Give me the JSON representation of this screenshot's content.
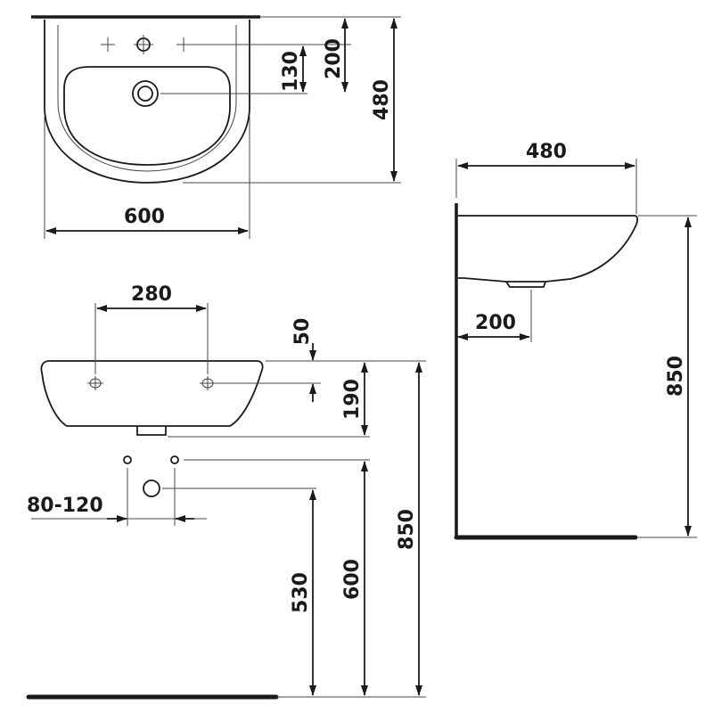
{
  "top_view": {
    "width_label": "600",
    "depth_label": "480",
    "tap_hole_label": "200",
    "drain_offset_label": "130"
  },
  "front_view": {
    "bolt_spacing_label": "280",
    "bolt_offset_label": "50",
    "basin_height_label": "190",
    "trap_spacing_label": "80-120",
    "drain_height_label": "530",
    "supply_height_label": "600",
    "rim_height_label": "850"
  },
  "side_view": {
    "depth_label": "480",
    "drain_offset_label": "200",
    "rim_height_label": "850"
  }
}
